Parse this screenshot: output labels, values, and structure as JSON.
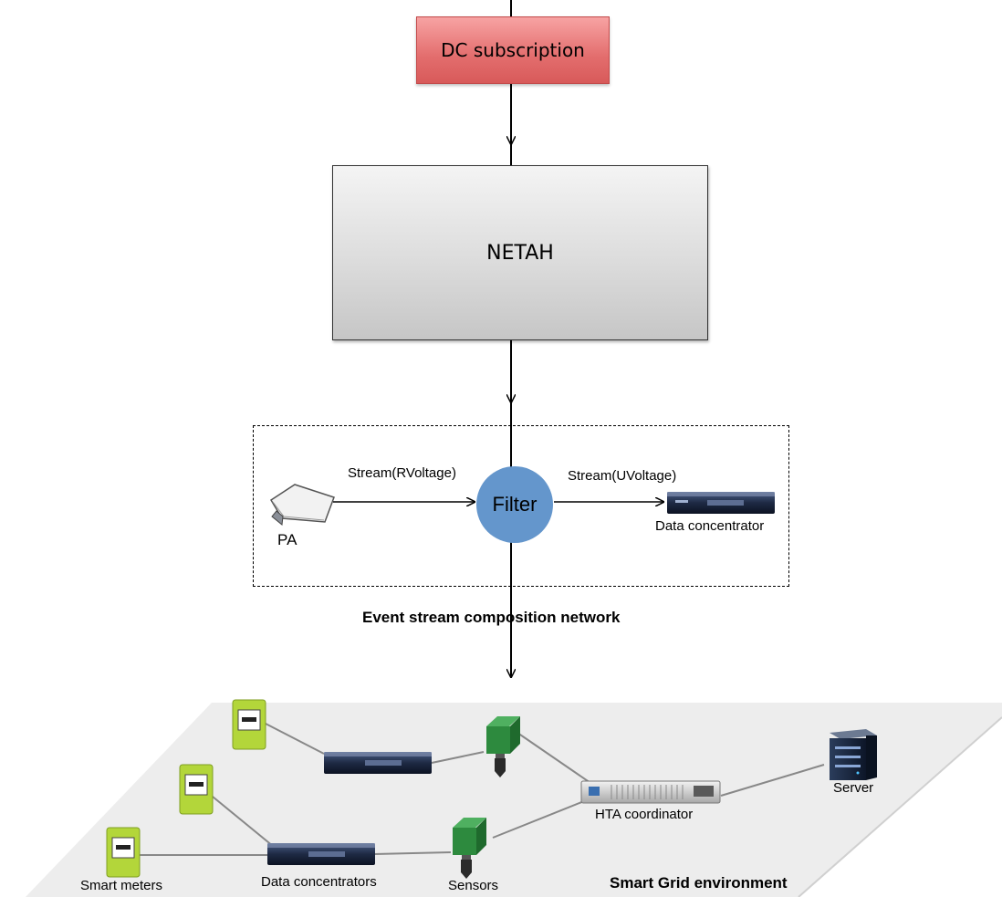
{
  "dc_subscription": {
    "label": "DC subscription"
  },
  "netah": {
    "label": "NETAH"
  },
  "composition": {
    "title": "Event stream composition network",
    "pa_label": "PA",
    "stream_in_label": "Stream(RVoltage)",
    "filter_label": "Filter",
    "stream_out_label": "Stream(UVoltage)",
    "dc_label": "Data concentrator"
  },
  "smart_grid": {
    "title": "Smart Grid environment",
    "smart_meters_label": "Smart meters",
    "data_concentrators_label": "Data concentrators",
    "sensors_label": "Sensors",
    "hta_label": "HTA coordinator",
    "server_label": "Server"
  },
  "colors": {
    "dc_subscription_fill": "#e36d6d",
    "filter_fill": "#6496cc",
    "netah_fill": "#dcdcdc",
    "meter_green": "#b3d63a",
    "sensor_green": "#2d8a3e",
    "platform_gray": "#ededed"
  }
}
